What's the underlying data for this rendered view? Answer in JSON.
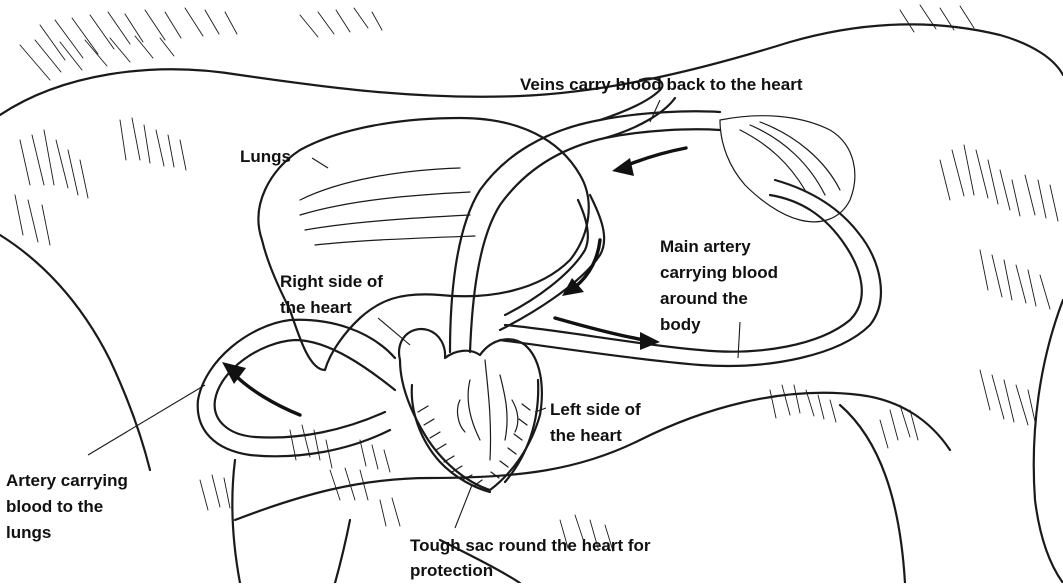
{
  "diagram": {
    "labels": {
      "veins": "Veins carry blood back to the heart",
      "lungs": "Lungs",
      "right_side_1": "Right side of",
      "right_side_2": "the heart",
      "main_artery_1": "Main artery",
      "main_artery_2": "carrying blood",
      "main_artery_3": "around the",
      "main_artery_4": "body",
      "left_side_1": "Left side of",
      "left_side_2": "the heart",
      "artery_lungs_1": "Artery carrying",
      "artery_lungs_2": "blood to the",
      "artery_lungs_3": "lungs",
      "sac_1": "Tough sac round the heart for",
      "sac_2": "protection"
    },
    "colors": {
      "ink": "#1a1a1a",
      "background": "#ffffff"
    }
  }
}
